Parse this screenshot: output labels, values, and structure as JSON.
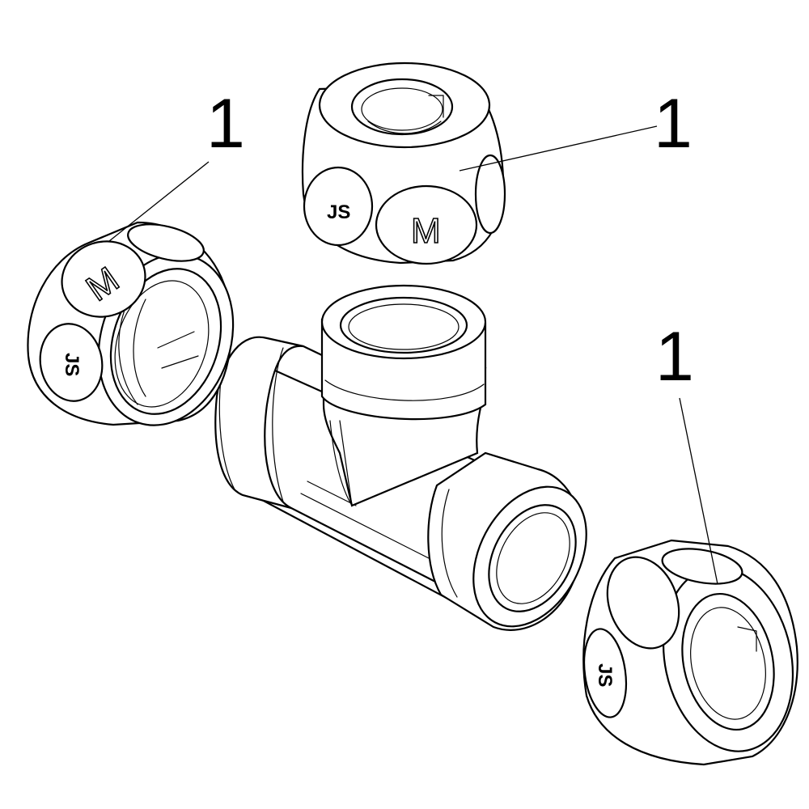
{
  "callouts": {
    "top_left": "1",
    "top_right": "1",
    "bottom_right": "1"
  },
  "nut_marks": {
    "left_nut_letter": "M",
    "top_nut_letter": "M",
    "left_nut_logo": "JS",
    "top_nut_logo": "JS",
    "right_nut_logo": "JS"
  },
  "colors": {
    "line": "#000000",
    "background": "#ffffff"
  }
}
